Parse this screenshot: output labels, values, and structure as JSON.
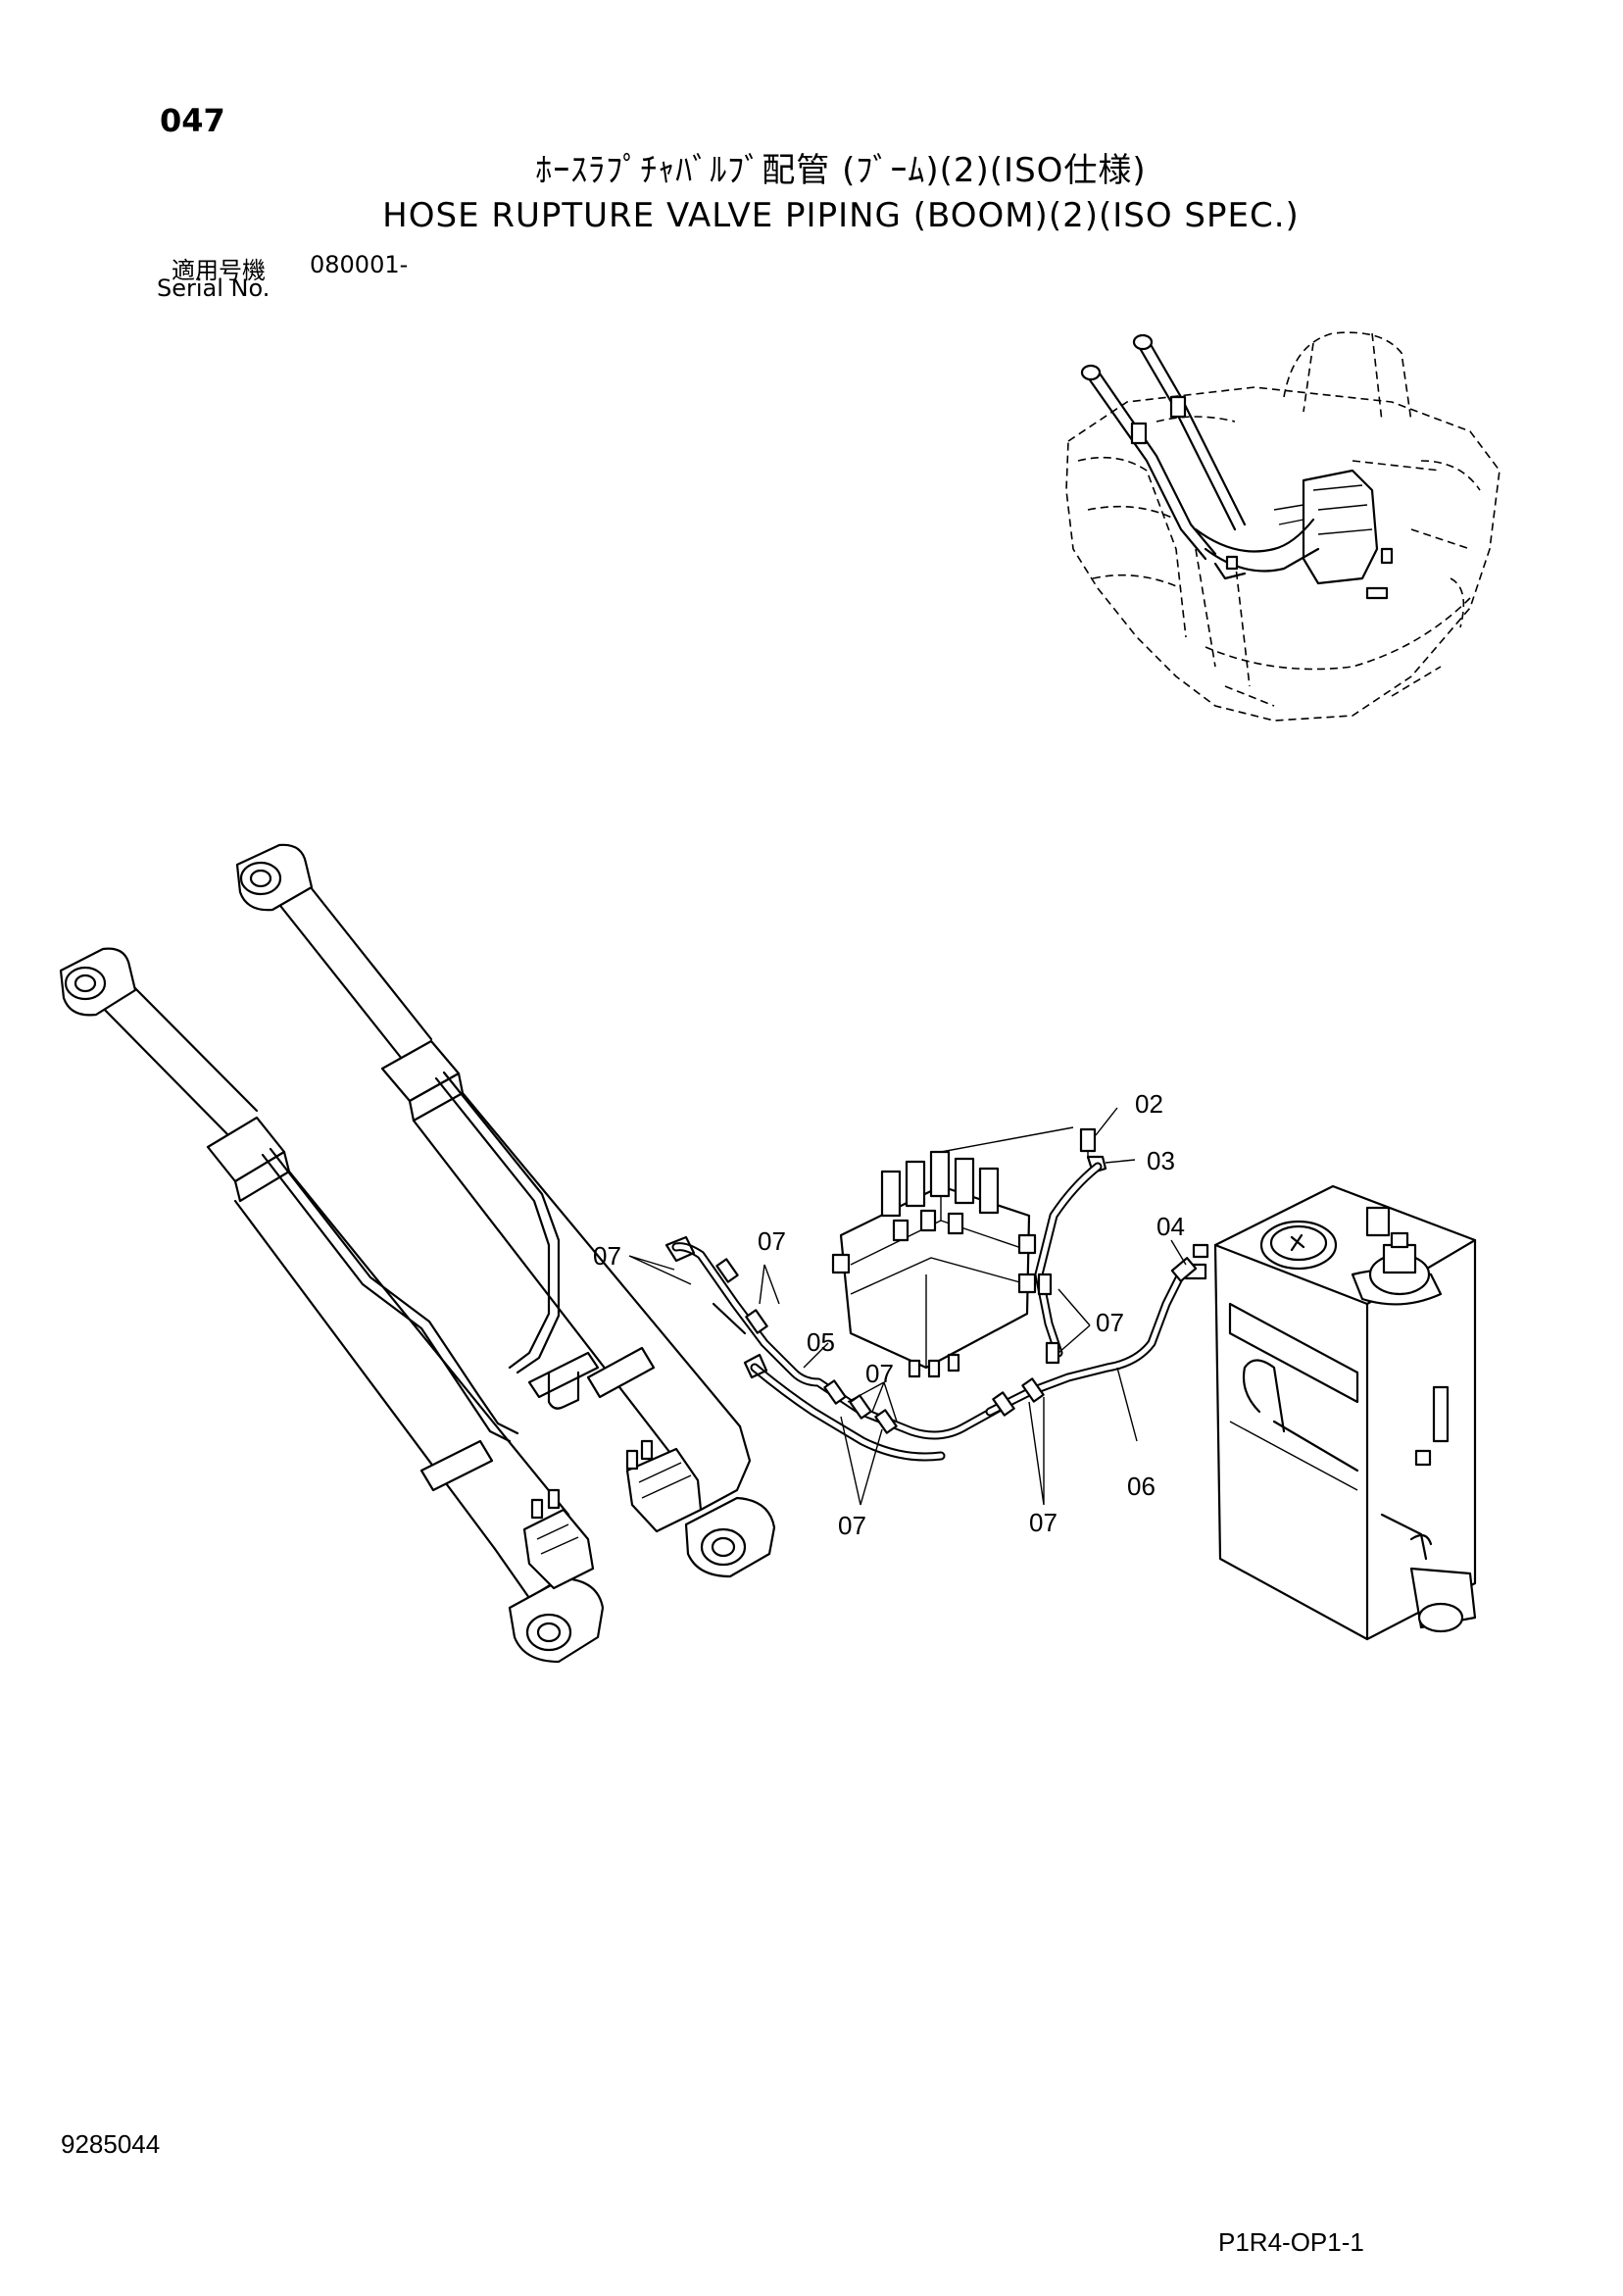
{
  "header": {
    "page_number": "047",
    "title_jp": "ﾎｰｽﾗﾌﾟﾁｬﾊﾞﾙﾌﾞ配管 (ﾌﾞｰﾑ)(2)(ISO仕様)",
    "title_en": "HOSE RUPTURE VALVE PIPING (BOOM)(2)(ISO SPEC.)",
    "serial_label_jp": "適用号機",
    "serial_label_en": "Serial No.",
    "serial_range": "080001-"
  },
  "callouts": {
    "c02": "02",
    "c03": "03",
    "c04": "04",
    "c05": "05",
    "c06": "06",
    "c07_left": "07",
    "c07_upper": "07",
    "c07_right": "07",
    "c07_mid": "07",
    "c07_bottom_left": "07",
    "c07_bottom_right": "07"
  },
  "footer": {
    "doc_number": "9285044",
    "page_code": "P1R4-OP1-1"
  }
}
